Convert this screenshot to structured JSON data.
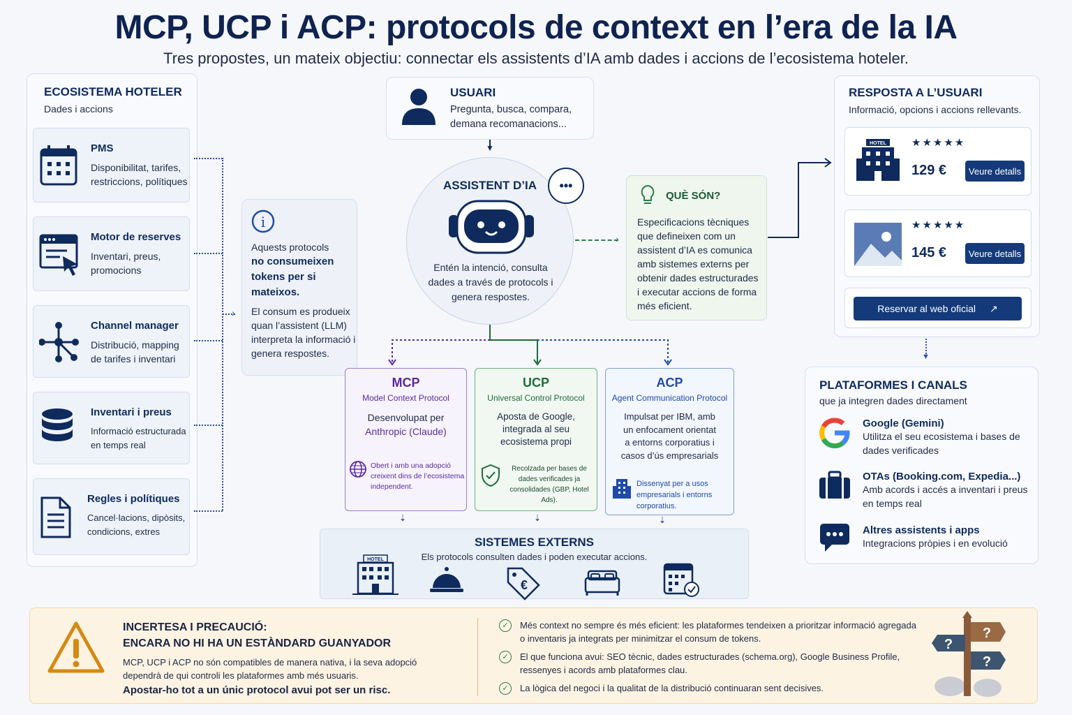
{
  "title": "MCP, UCP i ACP: protocols de context en l’era de la IA",
  "subtitle": "Tres propostes, un mateix objectiu: connectar els assistents d’IA amb dades i accions de l’ecosistema hoteler.",
  "ecosystem": {
    "title": "ECOSISTEMA HOTELER",
    "subtitle": "Dades i accions",
    "items": [
      {
        "title": "PMS",
        "desc": "Disponibilitat, tarifes, restriccions, polítiques",
        "icon": "calendar-icon"
      },
      {
        "title": "Motor de reserves",
        "desc": "Inventari, preus, promocions",
        "icon": "booking-window-icon"
      },
      {
        "title": "Channel manager",
        "desc": "Distribució, mapping de tarifes i inventari",
        "icon": "network-icon"
      },
      {
        "title": "Inventari i preus",
        "desc": "Informació estructurada en temps real",
        "icon": "database-icon"
      },
      {
        "title": "Regles i polítiques",
        "desc": "Cancel·lacions, dipòsits, condicions, extres",
        "icon": "document-icon"
      }
    ]
  },
  "info": {
    "p1": "Aquests protocols",
    "p1b": "no consumeixen tokens per si mateixos.",
    "p2": "El consum es produeix quan l’assistent (LLM) interpreta la informació i genera respostes."
  },
  "user": {
    "title": "USUARI",
    "desc": "Pregunta, busca, compara, demana recomanacions..."
  },
  "assistant": {
    "title": "ASSISTENT D’IA",
    "desc": "Entén la intenció, consulta dades a través de protocols i genera respostes.",
    "bubble": "•••"
  },
  "what": {
    "title": "QUÈ SÓN?",
    "desc": "Especificacions tècniques que defineixen com un assistent d’IA es comunica amb sistemes externs per obtenir dades estructurades i executar accions de forma més eficient."
  },
  "response": {
    "title": "RESPOSTA A L’USUARI",
    "subtitle": "Informació, opcions i accions rellevants.",
    "hotels": [
      {
        "stars": "★★★★★",
        "price": "129 €",
        "button": "Veure detalls",
        "badge": "HOTEL"
      },
      {
        "stars": "★★★★★",
        "price": "145 €",
        "button": "Veure detalls"
      }
    ],
    "book": "Reservar al web oficial"
  },
  "protocols": [
    {
      "name": "MCP",
      "full": "Model Context Protocol",
      "desc": "Desenvolupat per",
      "desc2": "Anthropic (Claude)",
      "note": "Obert i amb una adopció creixent dins de l’ecosistema independent.",
      "color": "#5b2a9e"
    },
    {
      "name": "UCP",
      "full": "Universal Control Protocol",
      "desc": "Aposta de Google, integrada al seu ecosistema propi",
      "note": "Recolzada per bases de dades verificades ja consolidades (GBP, Hotel Ads).",
      "color": "#1e6b3a"
    },
    {
      "name": "ACP",
      "full": "Agent Communication Protocol",
      "desc": "Impulsat per IBM, amb un enfocament orientat a entorns corporatius i casos d’ús empresarials",
      "note": "Dissenyat per a usos empresarials i entorns corporatius.",
      "color": "#1f4aa8"
    }
  ],
  "external": {
    "title": "SISTEMES EXTERNS",
    "desc": "Els protocols consulten dades i poden executar accions.",
    "badge": "HOTEL"
  },
  "platforms": {
    "title": "PLATAFORMES I CANALS",
    "subtitle": "que ja integren dades directament",
    "items": [
      {
        "title": "Google (Gemini)",
        "desc": "Utilitza el seu ecosistema i bases de dades verificades"
      },
      {
        "title": "OTAs (Booking.com, Expedia...)",
        "desc": "Amb acords i accés a inventari i preus en temps real"
      },
      {
        "title": "Altres assistents i apps",
        "desc": "Integracions pròpies i en evolució"
      }
    ]
  },
  "warning": {
    "title1": "INCERTESA I PRECAUCIÓ:",
    "title2": "ENCARA NO HI HA UN ESTÀNDARD GUANYADOR",
    "desc": "MCP, UCP i ACP no són compatibles de manera nativa, i la seva adopció dependrà de qui controli les plataformes amb més usuaris.",
    "bold": "Apostar-ho tot a un únic protocol avui pot ser un risc.",
    "points": [
      "Més context no sempre és més eficient: les plataformes tendeixen a prioritzar informació agregada o inventaris ja integrats per minimitzar el consum de tokens.",
      "El que funciona avui: SEO tècnic, dades estructurades (schema.org), Google Business Profile, ressenyes i acords amb plataformes clau.",
      "La lògica del negoci i la qualitat de la distribució continuaran sent decisives."
    ],
    "sign": "?"
  }
}
